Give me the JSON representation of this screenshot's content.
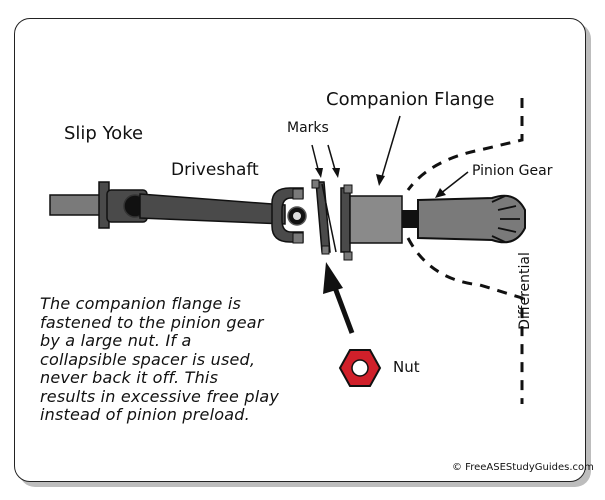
{
  "labels": {
    "slip_yoke": "Slip Yoke",
    "driveshaft": "Driveshaft",
    "marks": "Marks",
    "companion_flange": "Companion Flange",
    "pinion_gear": "Pinion Gear",
    "differential": "Differential",
    "nut": "Nut"
  },
  "caption_lines": [
    "The companion flange is",
    "fastened to the pinion gear",
    "by a large nut. If a",
    "collapsible spacer is used,",
    "never back it off. This",
    "results in excessive free play",
    "instead of pinion preload."
  ],
  "copyright": "© FreeASEStudyGuides.com",
  "colors": {
    "shaft": "#4a4a4a",
    "flange": "#7a7a7a",
    "nut_fill": "#d0202a",
    "outline": "#111111"
  }
}
